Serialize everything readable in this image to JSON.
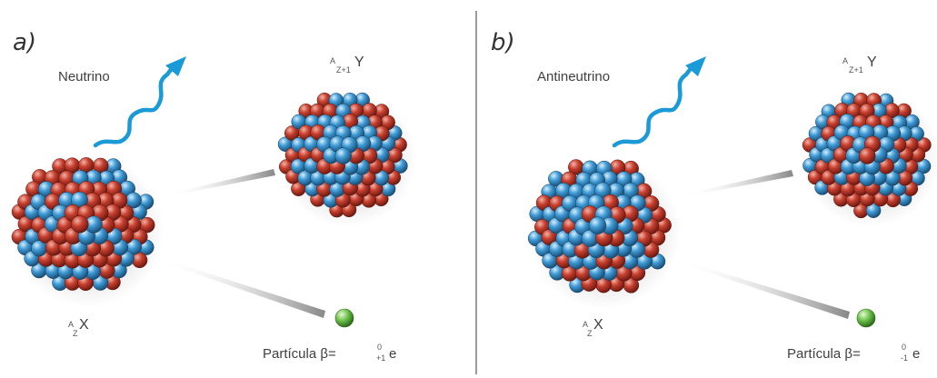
{
  "panel_a": {
    "label": "a)",
    "emitted_particle": "Neutrino",
    "parent_nucleus": {
      "mass": "A",
      "atomic": "Z",
      "symbol": "X"
    },
    "daughter_nucleus": {
      "mass": "A",
      "atomic": "Z+1",
      "symbol": "Y"
    },
    "beta_particle": {
      "text": "Partícula β=",
      "mass": "0",
      "charge": "+1",
      "symbol": "e"
    }
  },
  "panel_b": {
    "label": "b)",
    "emitted_particle": "Antineutrino",
    "parent_nucleus": {
      "mass": "A",
      "atomic": "Z",
      "symbol": "X"
    },
    "daughter_nucleus": {
      "mass": "A",
      "atomic": "Z+1",
      "symbol": "Y"
    },
    "beta_particle": {
      "text": "Partícula β=",
      "mass": "0",
      "charge": "-1",
      "symbol": "e"
    }
  },
  "colors": {
    "proton": "#c4392c",
    "neutron": "#3f9bd6",
    "electron": "#6cc24a",
    "wave_arrow": "#1a9ad6"
  }
}
